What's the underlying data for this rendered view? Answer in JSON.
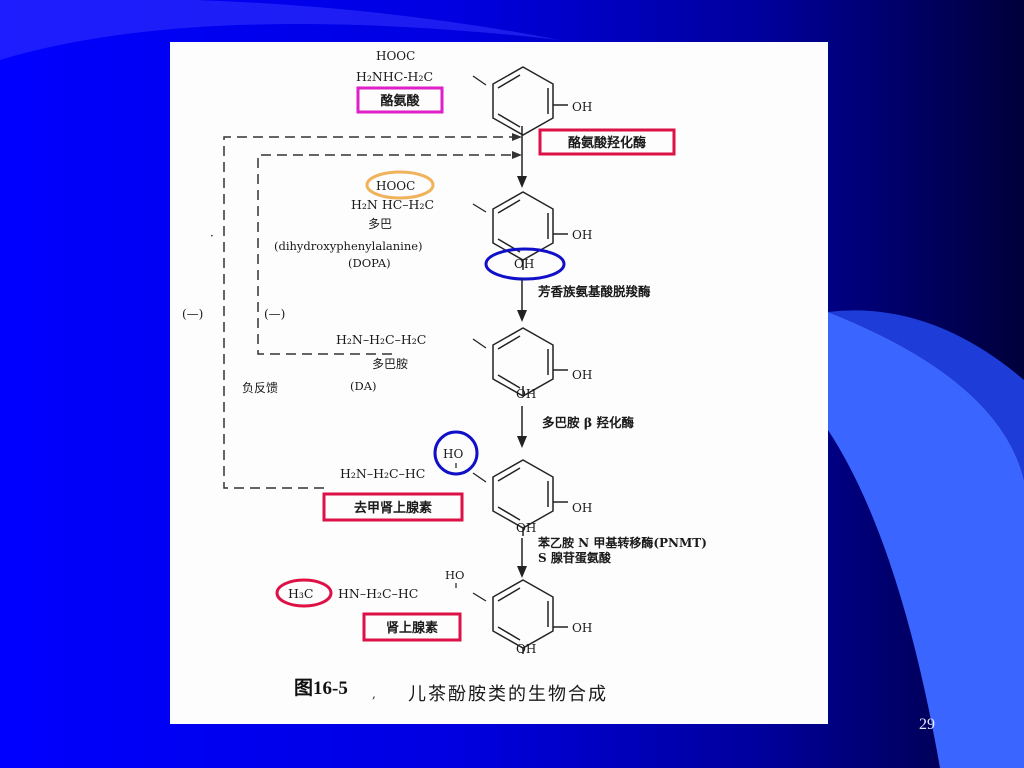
{
  "slide": {
    "page_number": "29",
    "colors": {
      "red_box": "#dd1145",
      "magenta_box": "#e020c8",
      "blue_circle": "#1010c8",
      "orange_circle": "#f0b25a"
    }
  },
  "pathway": {
    "tyrosine": {
      "cooh": "HOOC",
      "chain": "H₂NHC-H₂C",
      "label": "酪氨酸",
      "oh": "OH"
    },
    "enzyme1": "酪氨酸羟化酶",
    "dopa": {
      "cooh": "HOOC",
      "chain": "H₂N HC–H₂C",
      "label": "多巴",
      "full_name": "(dihydroxyphenylalanine)",
      "abbr": "(DOPA)",
      "oh_right": "OH",
      "oh_bottom": "OH"
    },
    "enzyme2": "芳香族氨基酸脱羧酶",
    "dopamine": {
      "chain": "H₂N–H₂C–H₂C",
      "label": "多巴胺",
      "abbr": "(DA)",
      "oh_right": "OH",
      "oh_bottom": "OH"
    },
    "enzyme3": "多巴胺 β 羟化酶",
    "norepinephrine": {
      "ho": "HO",
      "chain": "H₂N–H₂C–HC",
      "label": "去甲肾上腺素",
      "oh_right": "OH",
      "oh_bottom": "OH"
    },
    "enzyme4_line1": "苯乙胺 N 甲基转移酶(PNMT)",
    "enzyme4_line2": "S 腺苷蛋氨酸",
    "epinephrine": {
      "methyl": "H₃C",
      "chain": "HN–H₂C–HC",
      "ho": "HO",
      "label": "肾上腺素",
      "oh_right": "OH",
      "oh_bottom": "OH"
    },
    "feedback": {
      "inhibit_outer": "(—)",
      "inhibit_inner": "(—)",
      "label": "负反馈"
    }
  },
  "caption": {
    "figure_no": "图16-5",
    "sep": ",",
    "title": "儿茶酚胺类的生物合成"
  }
}
